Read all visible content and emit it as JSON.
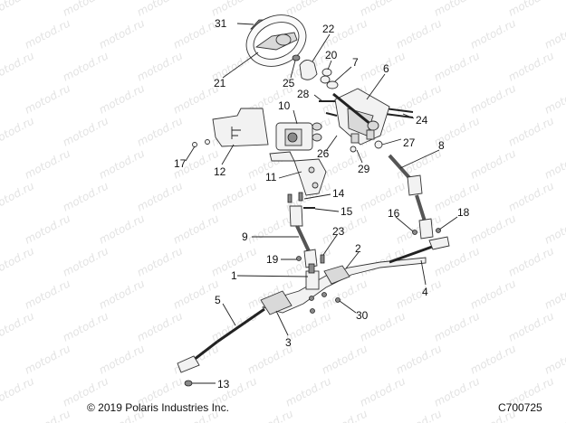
{
  "footer": {
    "copyright": "© 2019 Polaris Industries Inc.",
    "diagram_id": "C700725"
  },
  "watermark": "motod.ru",
  "callouts": {
    "c1": "1",
    "c2": "2",
    "c3": "3",
    "c4": "4",
    "c5": "5",
    "c6": "6",
    "c7": "7",
    "c8": "8",
    "c9": "9",
    "c10": "10",
    "c11": "11",
    "c12": "12",
    "c13": "13",
    "c14": "14",
    "c15": "15",
    "c16": "16",
    "c17": "17",
    "c18": "18",
    "c19": "19",
    "c20": "20",
    "c21": "21",
    "c22": "22",
    "c23": "23",
    "c24": "24",
    "c25": "25",
    "c26": "26",
    "c27": "27",
    "c28": "28",
    "c29": "29",
    "c30": "30",
    "c31": "31"
  }
}
